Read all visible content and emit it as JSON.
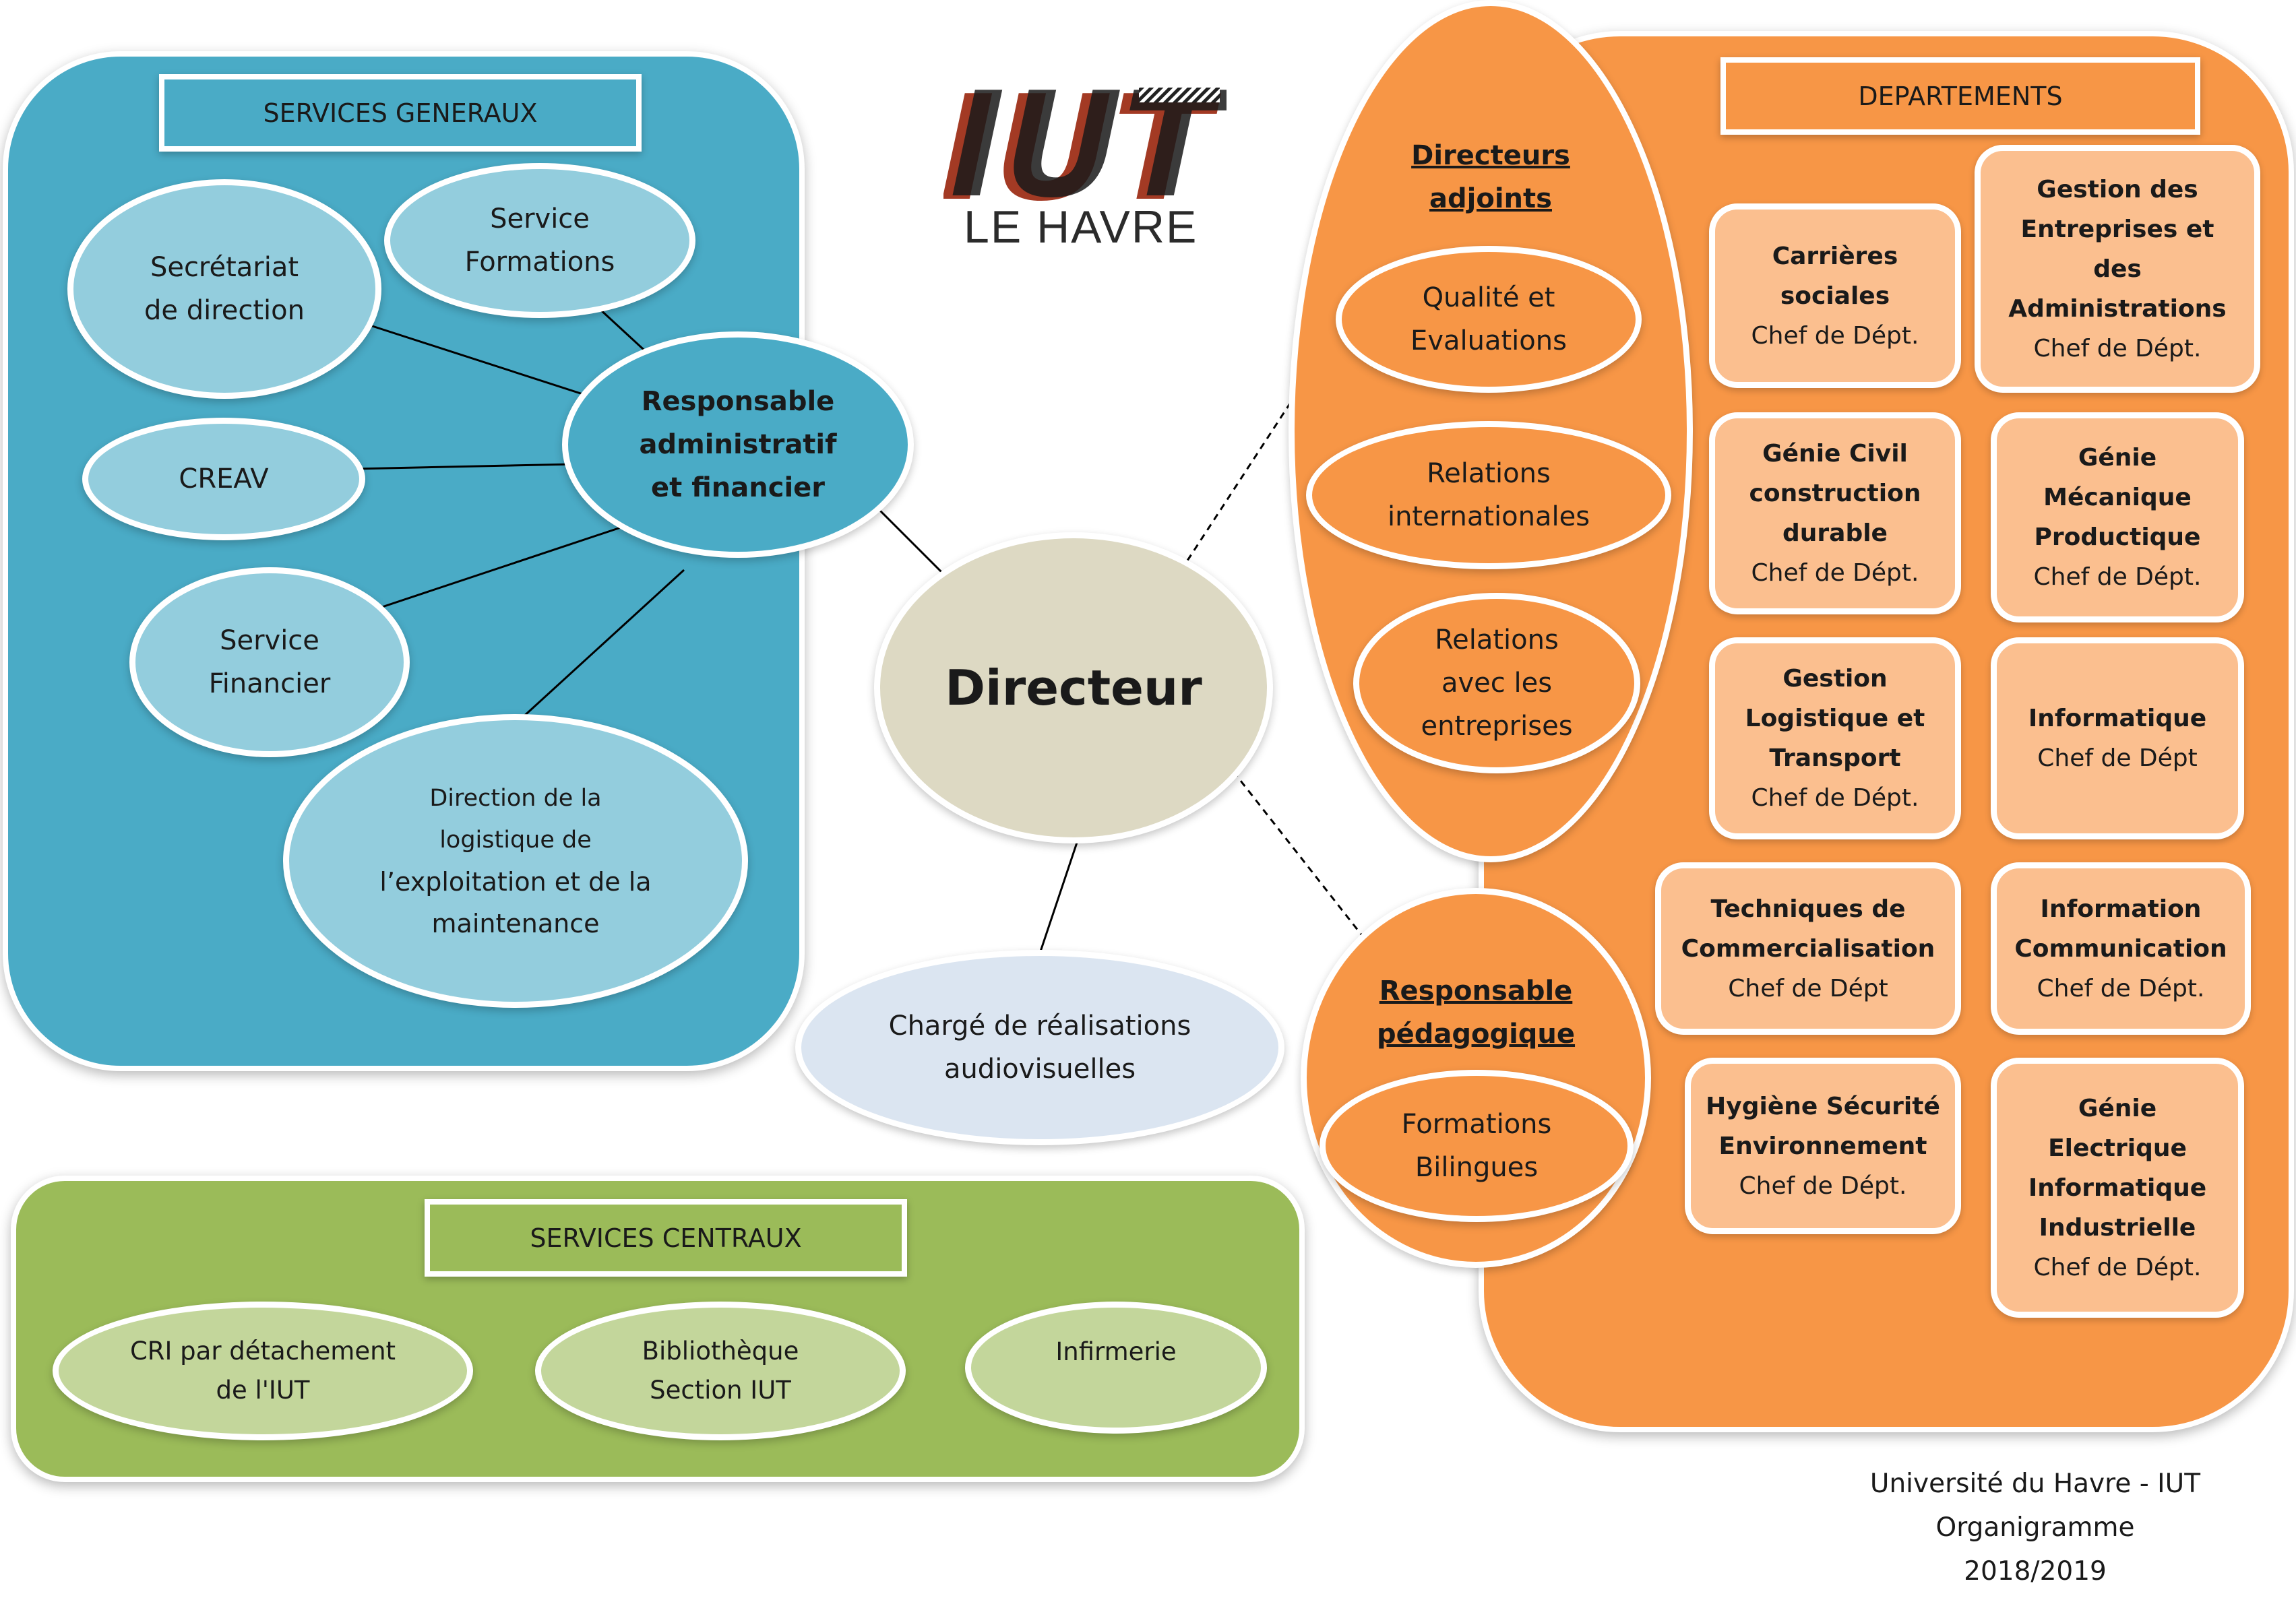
{
  "logo": {
    "letters": "IUT",
    "city": "LE HAVRE"
  },
  "services_generaux": {
    "title": "SERVICES GENERAUX",
    "secretariat": [
      "Secrétariat",
      "de direction"
    ],
    "service_formations": [
      "Service",
      "Formations"
    ],
    "responsable": [
      "Responsable",
      "administratif",
      "et financier"
    ],
    "creav": "CREAV",
    "service_financier": [
      "Service",
      "Financier"
    ],
    "direction_logistique": [
      "Direction de la",
      "logistique de",
      "l’exploitation et de la",
      "maintenance"
    ]
  },
  "directeur": "Directeur",
  "audiovisuel": [
    "Chargé de réalisations",
    "audiovisuelles"
  ],
  "directeurs_adjoints": {
    "title": [
      "Directeurs",
      "adjoints"
    ],
    "qualite": [
      "Qualité et",
      "Evaluations"
    ],
    "relations_int": [
      "Relations",
      "internationales"
    ],
    "relations_ent": [
      "Relations",
      "avec les",
      "entreprises"
    ]
  },
  "responsable_pedagogique": {
    "title": [
      "Responsable",
      "pédagogique"
    ],
    "formations": [
      "Formations",
      "Bilingues"
    ]
  },
  "departements": {
    "title": "DEPARTEMENTS",
    "items": [
      {
        "name": [
          "Carrières",
          "sociales"
        ],
        "role": "Chef de Dépt."
      },
      {
        "name": [
          "Gestion des",
          "Entreprises et",
          "des",
          "Administrations"
        ],
        "role": "Chef de Dépt."
      },
      {
        "name": [
          "Génie Civil",
          "construction",
          "durable"
        ],
        "role": "Chef de Dépt."
      },
      {
        "name": [
          "Génie",
          "Mécanique",
          "Productique"
        ],
        "role": "Chef de Dépt."
      },
      {
        "name": [
          "Gestion",
          "Logistique et",
          "Transport"
        ],
        "role": "Chef de Dépt."
      },
      {
        "name": [
          "Informatique"
        ],
        "role": "Chef de Dépt"
      },
      {
        "name": [
          "Techniques de",
          "Commercialisation"
        ],
        "role": "Chef de Dépt"
      },
      {
        "name": [
          "Information",
          "Communication"
        ],
        "role": "Chef de Dépt."
      },
      {
        "name": [
          "Hygiène Sécurité",
          "Environnement"
        ],
        "role": "Chef de Dépt."
      },
      {
        "name": [
          "Génie",
          "Electrique",
          "Informatique",
          "Industrielle"
        ],
        "role": "Chef de Dépt."
      }
    ]
  },
  "services_centraux": {
    "title": "SERVICES CENTRAUX",
    "cri": [
      "CRI par détachement",
      "de l'IUT"
    ],
    "bibliotheque": [
      "Bibliothèque",
      "Section IUT"
    ],
    "infirmerie": "Infirmerie"
  },
  "footer": [
    "Université du Havre - IUT",
    "Organigramme",
    "2018/2019"
  ],
  "colors": {
    "blue_panel": "#4aabc6",
    "blue_light": "#93cddd",
    "orange": "#f79646",
    "orange_light": "#fbbf8f",
    "green_panel": "#9bbb59",
    "green_light": "#c3d69b",
    "director": "#ddd9c3",
    "audiovisual": "#dbe5f1"
  }
}
